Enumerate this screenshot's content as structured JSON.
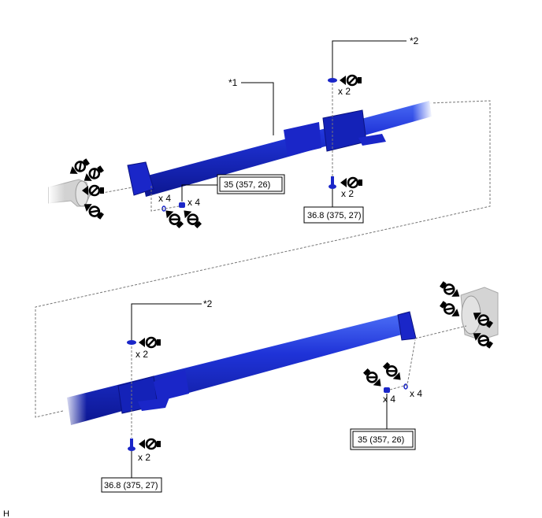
{
  "callouts": {
    "part1": "*1",
    "part2_top": "*2",
    "part2_bottom": "*2"
  },
  "quantities": {
    "top_washer": "x 2",
    "top_bolt": "x 2",
    "top_nut": "x 4",
    "top_washer_small": "x 4",
    "bottom_washer": "x 2",
    "bottom_bolt": "x 2",
    "bottom_nut": "x 4",
    "bottom_washer_small": "x 4"
  },
  "torque_specs": {
    "top_flange": "35 (357, 26)",
    "top_bearing": "36.8 (375, 27)",
    "bottom_bearing": "36.8 (375, 27)",
    "bottom_flange": "35 (357, 26)"
  },
  "icons": {
    "non_reusable": "arrow-and-crossed-circle-icon"
  },
  "colors": {
    "shaft": "#1a22c8",
    "shaft_highlight": "#3a5cf0",
    "hub": "#d0d0d0"
  },
  "figure_code": "H"
}
